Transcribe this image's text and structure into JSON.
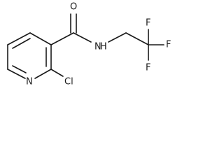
{
  "molecule": {
    "atoms": {
      "o": "O",
      "n_amide": "N",
      "h_amide": "H",
      "n_ring": "N",
      "cl": "Cl",
      "f_top": "F",
      "f_right": "F",
      "f_bottom": "F"
    }
  },
  "colors": {
    "bond": "#1a1a1a",
    "text": "#1a1a1a",
    "background": "#ffffff"
  }
}
